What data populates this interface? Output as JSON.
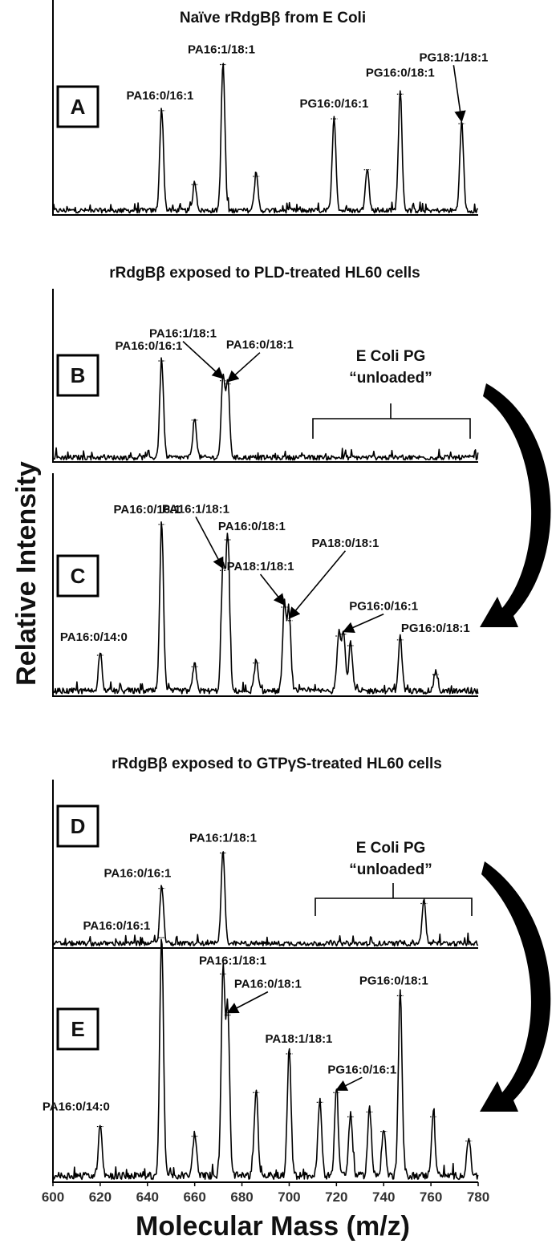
{
  "chart_data": {
    "type": "line",
    "xlabel": "Molecular Mass (m/z)",
    "ylabel": "Relative Intensity",
    "xlim": [
      600,
      780
    ],
    "x_ticks": [
      600,
      620,
      640,
      660,
      680,
      700,
      720,
      740,
      760,
      780
    ],
    "panels": [
      {
        "letter": "A",
        "title": "Naïve rRdgBβ from E Coli",
        "peaks": [
          {
            "x": 646,
            "h": 0.62,
            "label": "PA16:0/16:1"
          },
          {
            "x": 660,
            "h": 0.17
          },
          {
            "x": 672,
            "h": 0.9,
            "label": "PA16:1/18:1"
          },
          {
            "x": 686,
            "h": 0.22
          },
          {
            "x": 719,
            "h": 0.57,
            "label": "PG16:0/16:1"
          },
          {
            "x": 733,
            "h": 0.26
          },
          {
            "x": 747,
            "h": 0.72,
            "label": "PG16:0/18:1"
          },
          {
            "x": 773,
            "h": 0.54,
            "label": "PG18:1/18:1"
          }
        ]
      },
      {
        "letter": "B",
        "title": "rRdgBβ exposed to PLD-treated HL60 cells",
        "unloaded_label": [
          "E Coli PG",
          "“unloaded”"
        ],
        "peaks": [
          {
            "x": 646,
            "h": 0.6,
            "label": "PA16:0/16:1"
          },
          {
            "x": 660,
            "h": 0.24
          },
          {
            "x": 672,
            "h": 0.48,
            "label": "PA16:1/18:1"
          },
          {
            "x": 674,
            "h": 0.46,
            "label": "PA16:0/18:1"
          }
        ]
      },
      {
        "letter": "C",
        "peaks": [
          {
            "x": 620,
            "h": 0.2,
            "label": "PA16:0/14:0"
          },
          {
            "x": 646,
            "h": 0.88,
            "label": "PA16:0/16:1"
          },
          {
            "x": 660,
            "h": 0.14
          },
          {
            "x": 672,
            "h": 0.64,
            "label": "PA16:1/18:1"
          },
          {
            "x": 674,
            "h": 0.8,
            "label": "PA16:0/18:1"
          },
          {
            "x": 686,
            "h": 0.16
          },
          {
            "x": 698,
            "h": 0.45,
            "label": "PA18:1/18:1"
          },
          {
            "x": 700,
            "h": 0.38,
            "label": "PA18:0/18:1"
          },
          {
            "x": 721,
            "h": 0.3
          },
          {
            "x": 723,
            "h": 0.31,
            "label": "PG16:0/16:1"
          },
          {
            "x": 726,
            "h": 0.25
          },
          {
            "x": 747,
            "h": 0.28,
            "label": "PG16:0/18:1"
          },
          {
            "x": 762,
            "h": 0.1
          }
        ]
      },
      {
        "letter": "D",
        "title": "rRdgBβ exposed to GTPγS-treated HL60 cells",
        "unloaded_label": [
          "E Coli PG",
          "“unloaded”"
        ],
        "peaks": [
          {
            "x": 646,
            "h": 0.34,
            "label": "PA16:0/16:1"
          },
          {
            "x": 672,
            "h": 0.55,
            "label": "PA16:1/18:1"
          },
          {
            "x": 757,
            "h": 0.25
          }
        ]
      },
      {
        "letter": "E",
        "peaks": [
          {
            "x": 620,
            "h": 0.22,
            "label": "PA16:0/14:0"
          },
          {
            "x": 646,
            "h": 1.0,
            "label": "PA16:0/16:1"
          },
          {
            "x": 660,
            "h": 0.18
          },
          {
            "x": 672,
            "h": 0.85,
            "label": "PA16:1/18:1"
          },
          {
            "x": 674,
            "h": 0.68,
            "label": "PA16:0/18:1"
          },
          {
            "x": 686,
            "h": 0.36
          },
          {
            "x": 700,
            "h": 0.52,
            "label": "PA18:1/18:1"
          },
          {
            "x": 713,
            "h": 0.32
          },
          {
            "x": 720,
            "h": 0.36,
            "label": "PG16:0/16:1"
          },
          {
            "x": 726,
            "h": 0.26
          },
          {
            "x": 734,
            "h": 0.28
          },
          {
            "x": 740,
            "h": 0.2
          },
          {
            "x": 747,
            "h": 0.76,
            "label": "PG16:0/18:1"
          },
          {
            "x": 761,
            "h": 0.26
          },
          {
            "x": 776,
            "h": 0.16
          }
        ]
      }
    ]
  }
}
